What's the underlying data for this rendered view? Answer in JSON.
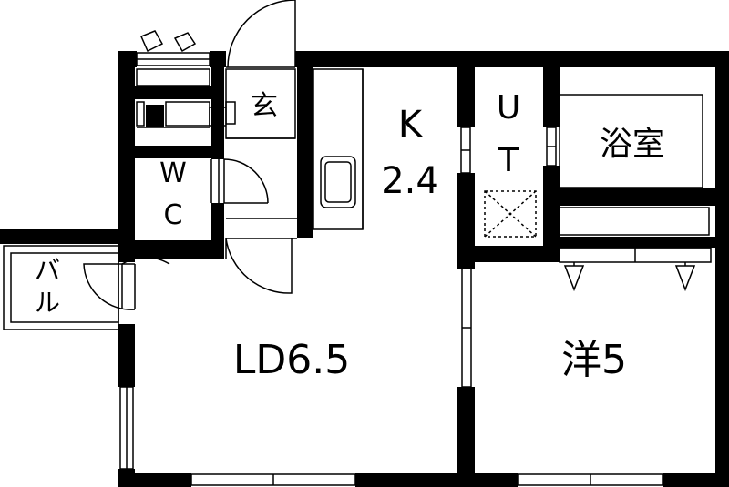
{
  "rooms": {
    "entrance": "玄",
    "kitchen_name": "K",
    "kitchen_size": "2.4",
    "utility_1": "U",
    "utility_2": "T",
    "bath": "浴室",
    "toilet_1": "W",
    "toilet_2": "C",
    "balcony_1": "バ",
    "balcony_2": "ル",
    "living": "LD6.5",
    "western": "洋5"
  },
  "colors": {
    "wall": "#000000",
    "background": "#ffffff",
    "fixture_line": "#000000"
  },
  "icons": {
    "washer_pan": "dotted-square-cross",
    "closet_hooks": "triangle-hanger"
  }
}
